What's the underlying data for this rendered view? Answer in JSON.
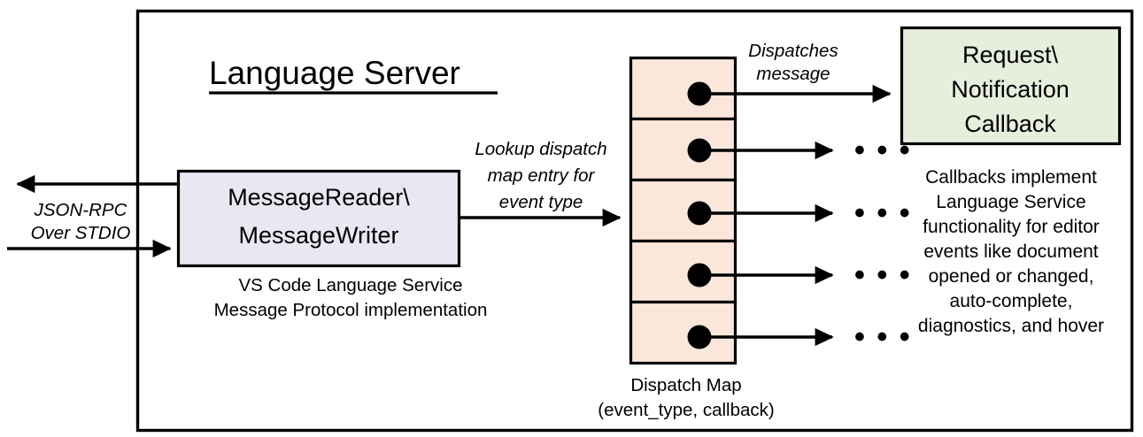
{
  "diagram": {
    "title": "Language Server",
    "colors": {
      "reader_box_fill": "#EAE7F2",
      "dispatch_cell_fill": "#FBE7DA",
      "callback_box_fill": "#E7EEDC",
      "stroke": "#000000",
      "background": "#FFFFFF"
    },
    "external_label": {
      "line1": "JSON-RPC",
      "line2": "Over STDIO"
    },
    "reader_box": {
      "line1": "MessageReader\\",
      "line2": "MessageWriter",
      "caption_line1": "VS Code Language Service",
      "caption_line2": "Message Protocol implementation"
    },
    "lookup_label": {
      "line1": "Lookup dispatch",
      "line2": "map entry for",
      "line3": "event type"
    },
    "dispatch_map": {
      "caption_line1": "Dispatch Map",
      "caption_line2": "(event_type, callback)",
      "entries": [
        {
          "index": 1,
          "marker": "dot"
        },
        {
          "index": 2,
          "marker": "dot"
        },
        {
          "index": 3,
          "marker": "dot"
        },
        {
          "index": 4,
          "marker": "dot"
        },
        {
          "index": 5,
          "marker": "dot"
        }
      ]
    },
    "dispatch_label": {
      "line1": "Dispatches",
      "line2": "message"
    },
    "callback_box": {
      "line1": "Request\\",
      "line2": "Notification",
      "line3": "Callback"
    },
    "callback_description": {
      "line1": "Callbacks implement",
      "line2": "Language Service",
      "line3": "functionality for editor",
      "line4": "events like document",
      "line5": "opened or changed,",
      "line6": "auto-complete,",
      "line7": "diagnostics, and hover"
    },
    "ellipses": {
      "row2": "• • •",
      "row3": "• • •",
      "row4": "• • •",
      "row5": "• • •"
    }
  }
}
